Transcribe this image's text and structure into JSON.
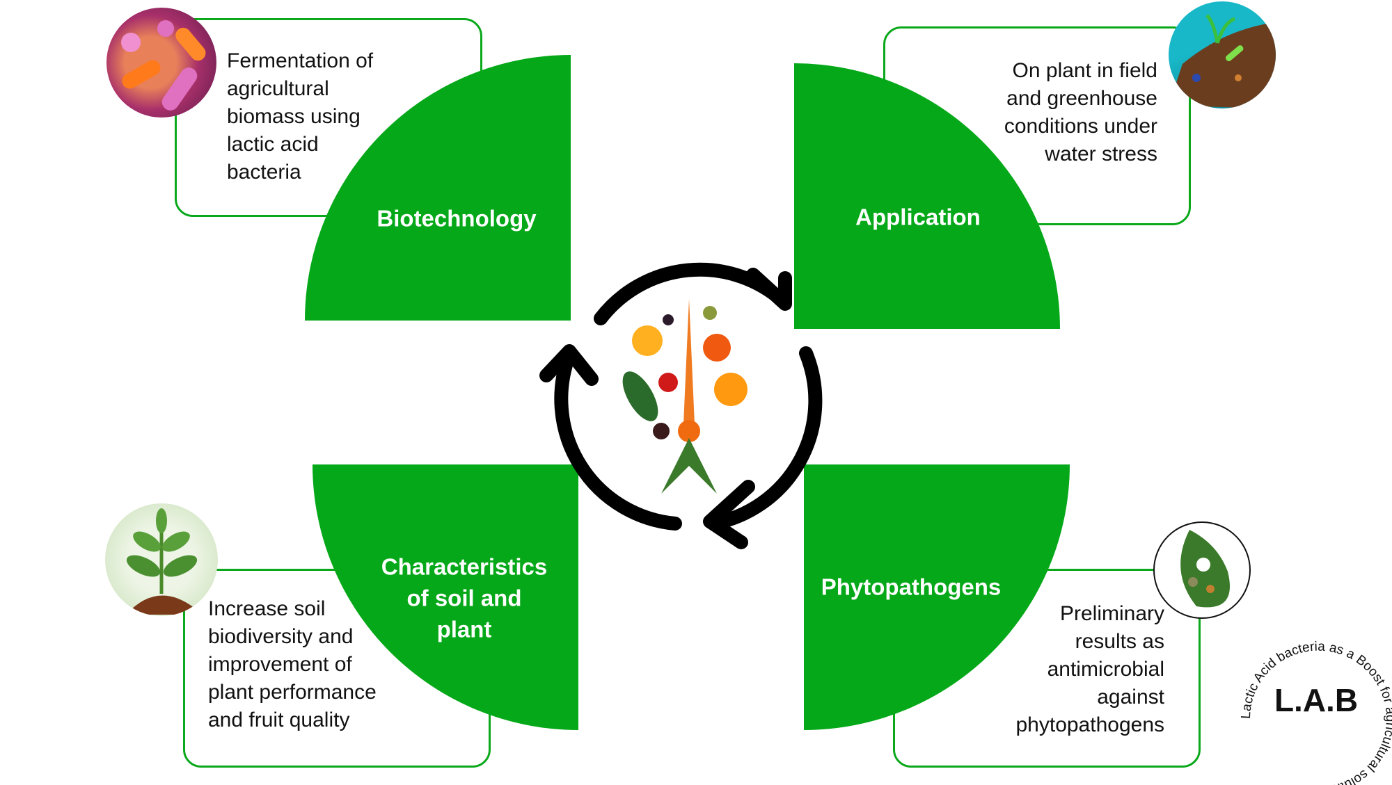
{
  "quadrants": {
    "biotechnology": {
      "title": "Biotechnology",
      "description": "Fermentation of\nagricultural\nbiomass using\nlactic acid\nbacteria",
      "image": "bacteria-image"
    },
    "application": {
      "title": "Application",
      "description": "On plant in field\nand greenhouse\nconditions under\nwater stress",
      "image": "soil-plant-image"
    },
    "characteristics": {
      "title": "Characteristics\nof soil and\nplant",
      "description": "Increase soil\nbiodiversity and\nimprovement of\nplant performance\nand fruit  quality",
      "image": "seedling-image"
    },
    "phytopathogens": {
      "title": "Phytopathogens",
      "description": "Preliminary\nresults as\nantimicrobial\nagainst\nphytopathogens",
      "image": "infected-leaf-image"
    }
  },
  "center": {
    "image": "fruit-vegetable-waste-image",
    "icon": "cycle-arrows-icon"
  },
  "logo": {
    "title": "L.A.B",
    "circular_text": "Lactic Acid bacteria as a Boost for agricultural solutions"
  },
  "colors": {
    "green": "#05a818",
    "border": "#0aa81a"
  }
}
